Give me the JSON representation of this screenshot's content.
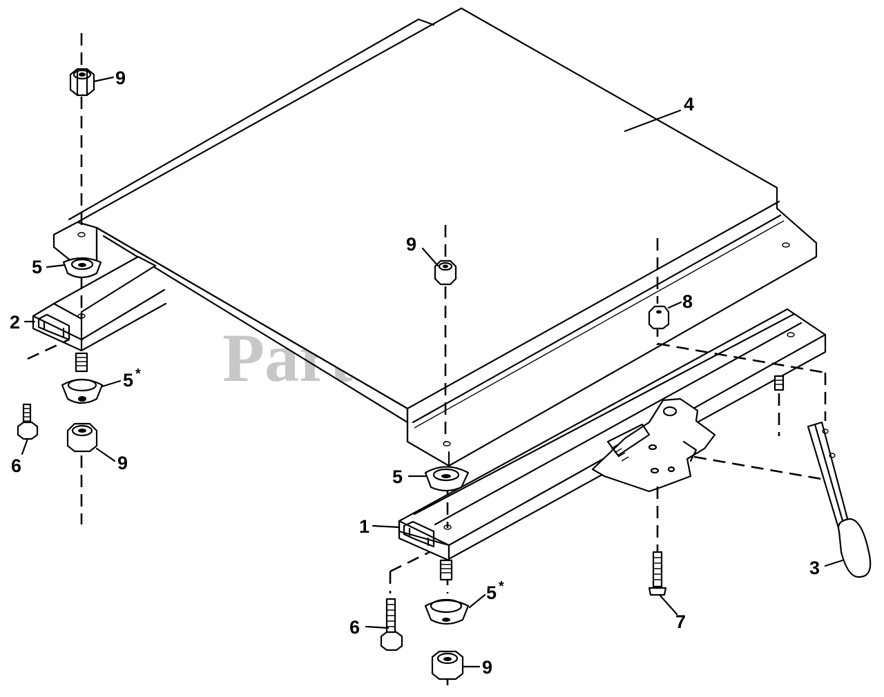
{
  "watermark": "PartsTree",
  "callouts": {
    "c1": "1",
    "c2": "2",
    "c3": "3",
    "c4": "4",
    "c5a": "5",
    "c5b": "5",
    "c5star_left": "5",
    "c5star_right": "5",
    "star_mark": "*",
    "c6_left": "6",
    "c6_right": "6",
    "c7": "7",
    "c8": "8",
    "c9_top": "9",
    "c9_mid": "9",
    "c9_left_bottom": "9",
    "c9_bottom": "9"
  }
}
